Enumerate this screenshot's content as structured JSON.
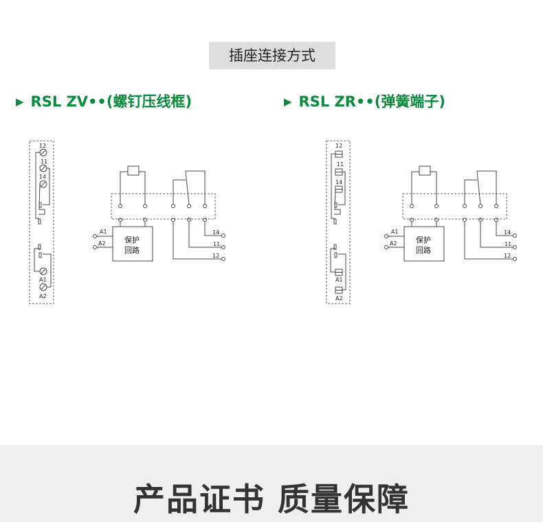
{
  "section_title": "插座连接方式",
  "left": {
    "heading": "RSL ZV••(螺钉压线框)",
    "terminals": [
      "12",
      "11",
      "14",
      "A1",
      "A2"
    ],
    "circuit_inputs": [
      "A1",
      "A2"
    ],
    "box_label_1": "保护",
    "box_label_2": "回路",
    "outputs": [
      "14",
      "11",
      "12"
    ]
  },
  "right": {
    "heading": "RSL ZR••(弹簧端子)",
    "terminals": [
      "12",
      "11",
      "14",
      "A1",
      "A2"
    ],
    "circuit_inputs": [
      "A1",
      "A2"
    ],
    "box_label_1": "保护",
    "box_label_2": "回路",
    "outputs": [
      "14",
      "11",
      "12"
    ]
  },
  "footer": "产品证书 质量保障",
  "colors": {
    "accent": "#0a8a3c",
    "title_bg": "#dddddd",
    "footer_bg": "#efefef"
  }
}
